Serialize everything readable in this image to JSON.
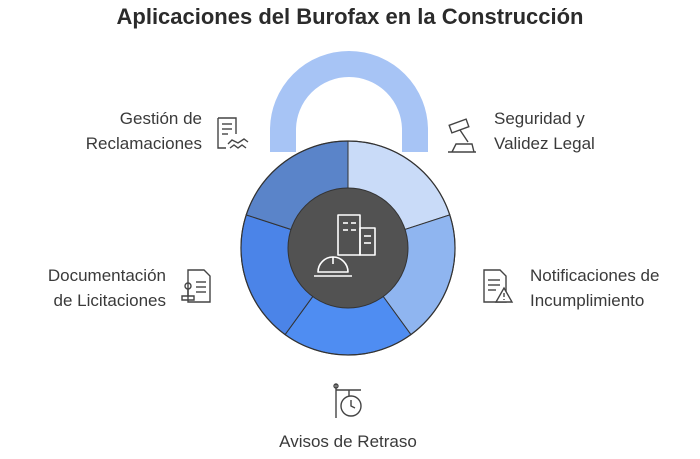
{
  "title": "Aplicaciones del Burofax en la Construcción",
  "colors": {
    "shackle": "#a7c4f5",
    "seg_top_right": "#c9dbf8",
    "seg_right": "#8fb5f0",
    "seg_bottom": "#4f8df2",
    "seg_left": "#4b84e8",
    "seg_top_left": "#5a84c9",
    "center": "#525252",
    "stroke": "#333333"
  },
  "center_icon": "construction-helmet-building-icon",
  "segments": [
    {
      "key": "seguridad",
      "lines": [
        "Seguridad y",
        "Validez Legal"
      ],
      "icon": "gavel-icon"
    },
    {
      "key": "notificaciones",
      "lines": [
        "Notificaciones de",
        "Incumplimiento"
      ],
      "icon": "document-warning-icon"
    },
    {
      "key": "avisos",
      "lines": [
        "Avisos de Retraso"
      ],
      "icon": "clock-sign-icon"
    },
    {
      "key": "documentacion",
      "lines": [
        "Documentación",
        "de Licitaciones"
      ],
      "icon": "document-stamp-icon"
    },
    {
      "key": "gestion",
      "lines": [
        "Gestión de",
        "Reclamaciones"
      ],
      "icon": "contract-handshake-icon"
    }
  ]
}
